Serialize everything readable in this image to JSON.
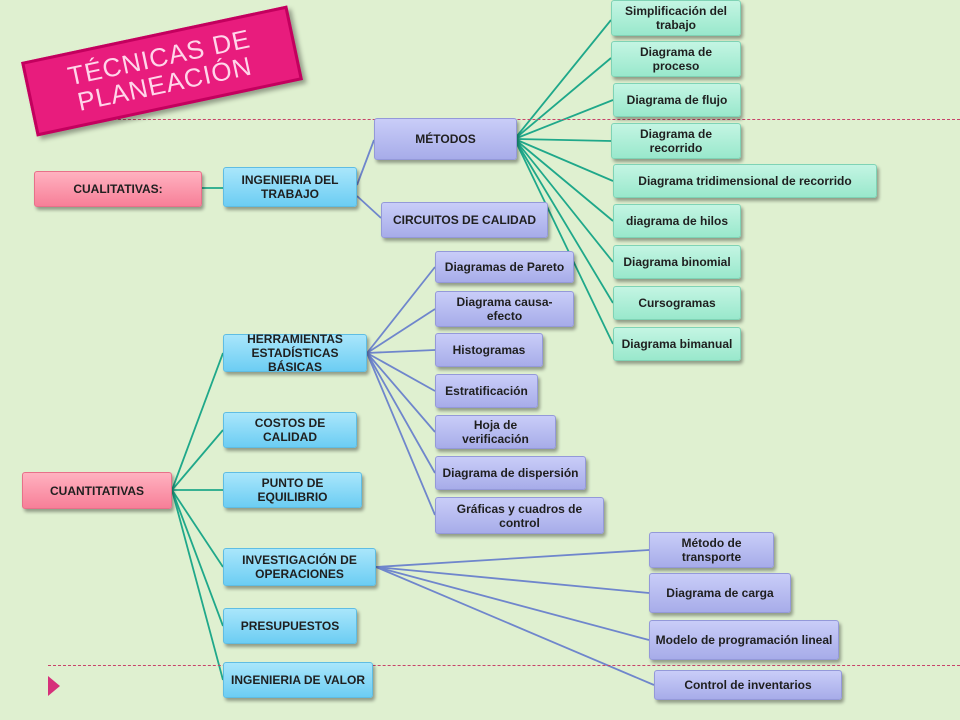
{
  "title": "TÉCNICAS DE\nPLANEACIÓN",
  "colors": {
    "background": "#dff0d0",
    "title_banner": "#e81c7d",
    "link_green": "#1fa88a",
    "link_blue": "#6f86cc"
  },
  "nodes": {
    "cualitativas": "CUALITATIVAS:",
    "ingenieria_trabajo": "INGENIERIA DEL TRABAJO",
    "metodos": "MÉTODOS",
    "circuitos": "CIRCUITOS DE CALIDAD",
    "simplificacion": "Simplificación del trabajo",
    "diag_proceso": "Diagrama de proceso",
    "diag_flujo": "Diagrama de flujo",
    "diag_recorrido": "Diagrama de recorrido",
    "diag_tridimensional": "Diagrama tridimensional de recorrido",
    "diag_hilos": "diagrama de hilos",
    "diag_binomial": "Diagrama binomial",
    "cursogramas": "Cursogramas",
    "diag_bimanual": "Diagrama bimanual",
    "cuantitativas": "CUANTITATIVAS",
    "herramientas": "HERRAMIENTAS ESTADÍSTICAS BÁSICAS",
    "costos": "COSTOS DE CALIDAD",
    "punto": "PUNTO DE EQUILIBRIO",
    "investigacion": "INVESTIGACIÓN DE OPERACIONES",
    "presupuestos": "PRESUPUESTOS",
    "ing_valor": "INGENIERIA DE VALOR",
    "pareto": "Diagramas de Pareto",
    "causa_efecto": "Diagrama causa-efecto",
    "histogramas": "Histogramas",
    "estratificacion": "Estratificación",
    "hoja_verificacion": "Hoja de verificación",
    "dispersion": "Diagrama de dispersión",
    "graficas": "Gráficas y cuadros de control",
    "transporte": "Método de transporte",
    "carga": "Diagrama de carga",
    "programacion": "Modelo de programación lineal",
    "inventarios": "Control de inventarios"
  }
}
